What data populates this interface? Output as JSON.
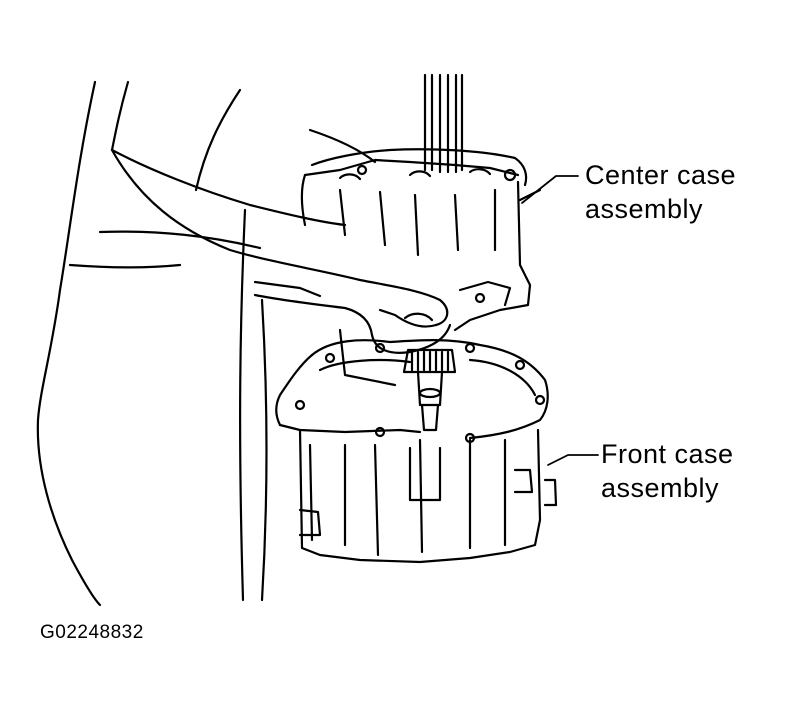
{
  "labels": {
    "center_case": {
      "line1": "Center case",
      "line2": "assembly"
    },
    "front_case": {
      "line1": "Front case",
      "line2": "assembly"
    }
  },
  "figure_id": "G02248832",
  "colors": {
    "ink": "#000000",
    "paper": "#ffffff"
  }
}
